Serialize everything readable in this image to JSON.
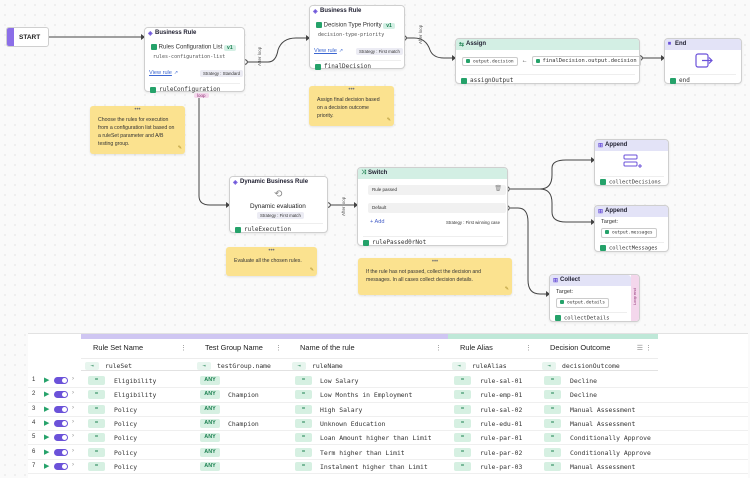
{
  "canvas": {
    "start_label": "START",
    "loop_badge": "loop",
    "nodes": {
      "business_rule_1": {
        "header": "Business Rule",
        "title": "Rules Configuration List",
        "version": "v1",
        "subtitle": "rules-configuration-list",
        "view_link": "View rule",
        "strategy": "Strategy : Standard",
        "output": "ruleConfiguration",
        "edge_label": "After loop"
      },
      "business_rule_2": {
        "header": "Business Rule",
        "title": "Decision Type Priority",
        "version": "v1",
        "subtitle": "decision-type-priority",
        "view_link": "View rule",
        "strategy": "Strategy : First match",
        "output": "finalDecision",
        "edge_label": "After loop"
      },
      "assign": {
        "header": "Assign",
        "target_chip": "output.decision",
        "arrow": "←",
        "source": "finalDecision.output.decision",
        "output": "assignOutput"
      },
      "end": {
        "header": "End",
        "output": "end"
      },
      "dynamic_rule": {
        "header": "Dynamic Business Rule",
        "title": "Dynamic evaluation",
        "strategy": "Strategy : First match",
        "output": "ruleExecution",
        "edge_label": "After loop"
      },
      "switch": {
        "header": "Switch",
        "case_label": "Rule passed",
        "default_label": "Default",
        "add_label": "Add",
        "strategy": "Strategy : First winning case",
        "output": "rulePassed0rNot"
      },
      "append_1": {
        "header": "Append",
        "output": "collectDecisions"
      },
      "append_2": {
        "header": "Append",
        "target_label": "Target:",
        "target_chip": "output.messages",
        "output": "collectMessages"
      },
      "collect": {
        "header": "Collect",
        "target_label": "Target:",
        "target_chip": "output.details",
        "output": "collectDetails",
        "side_tab": "Loop end"
      }
    },
    "notes": {
      "note_1": "Choose the rules for execution from a configuration list based on a ruleSet parameter and A/B testing group.",
      "note_2": "Assign final decision based on a decision outcome priority.",
      "note_3": "Evaluate all the chosen rules.",
      "note_4": "If the rule has not passed, collect the decision and messages. In all cases collect decision details."
    }
  },
  "table": {
    "columns": [
      {
        "header": "Rule Set Name",
        "field": "ruleSet",
        "color": "#cfc6f2"
      },
      {
        "header": "Test Group Name",
        "field": "testGroup.name",
        "color": "#cfc6f2"
      },
      {
        "header": "Name of the rule",
        "field": "ruleName",
        "color": "#cfc6f2"
      },
      {
        "header": "Rule Alias",
        "field": "ruleAlias",
        "color": "#bfe8d8"
      },
      {
        "header": "Decision Outcome",
        "field": "decisionOutcome",
        "color": "#bfe8d8"
      }
    ],
    "eq_symbol": "=",
    "any_label": "ANY",
    "rows": [
      {
        "n": "1",
        "ruleSet": "Eligibility",
        "testGroup": "",
        "ruleName": "Low Salary",
        "alias": "rule-sal-01",
        "outcome": "Decline"
      },
      {
        "n": "2",
        "ruleSet": "Eligibility",
        "testGroup": "Champion",
        "ruleName": "Low Months in Employment",
        "alias": "rule-emp-01",
        "outcome": "Decline"
      },
      {
        "n": "3",
        "ruleSet": "Policy",
        "testGroup": "",
        "ruleName": "High Salary",
        "alias": "rule-sal-02",
        "outcome": "Manual Assessment"
      },
      {
        "n": "4",
        "ruleSet": "Policy",
        "testGroup": "Champion",
        "ruleName": "Unknown Education",
        "alias": "rule-edu-01",
        "outcome": "Manual Assessment"
      },
      {
        "n": "5",
        "ruleSet": "Policy",
        "testGroup": "",
        "ruleName": "Loan Amount higher than Limit",
        "alias": "rule-par-01",
        "outcome": "Conditionally Approve"
      },
      {
        "n": "6",
        "ruleSet": "Policy",
        "testGroup": "",
        "ruleName": "Term higher than Limit",
        "alias": "rule-par-02",
        "outcome": "Conditionally Approve"
      },
      {
        "n": "7",
        "ruleSet": "Policy",
        "testGroup": "",
        "ruleName": "Instalment higher than Limit",
        "alias": "rule-par-03",
        "outcome": "Manual Assessment"
      }
    ]
  }
}
